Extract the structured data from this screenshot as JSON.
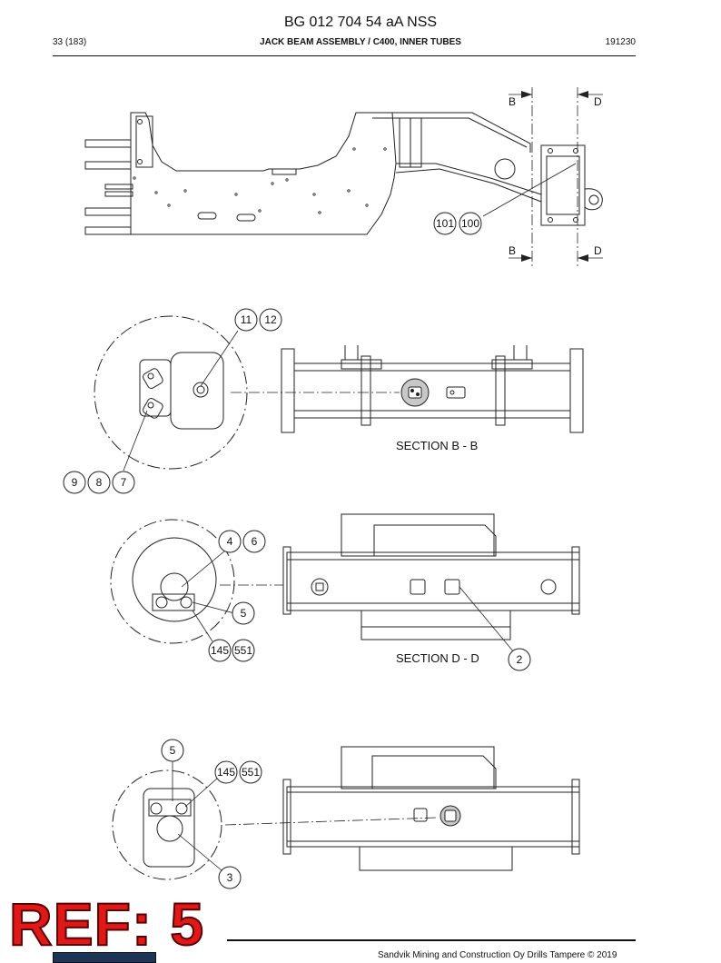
{
  "header": {
    "title": "BG 012 704 54 aA NSS",
    "page": "33 (183)",
    "section": "JACK BEAM ASSEMBLY / C400, INNER TUBES",
    "code": "191230"
  },
  "callouts": {
    "c101": "101",
    "c100": "100",
    "c11": "11",
    "c12": "12",
    "c9": "9",
    "c8": "8",
    "c7": "7",
    "c4": "4",
    "c6": "6",
    "c5a": "5",
    "c145a": "145",
    "c551a": "551",
    "c2": "2",
    "c5b": "5",
    "c145b": "145",
    "c551b": "551",
    "c3": "3"
  },
  "section_marks": {
    "b": "B",
    "d": "D"
  },
  "section_titles": {
    "bb": "SECTION B - B",
    "dd": "SECTION D - D"
  },
  "stamp": "REF: 5",
  "footer": "Sandvik Mining and Construction Oy Drills Tampere © 2019"
}
